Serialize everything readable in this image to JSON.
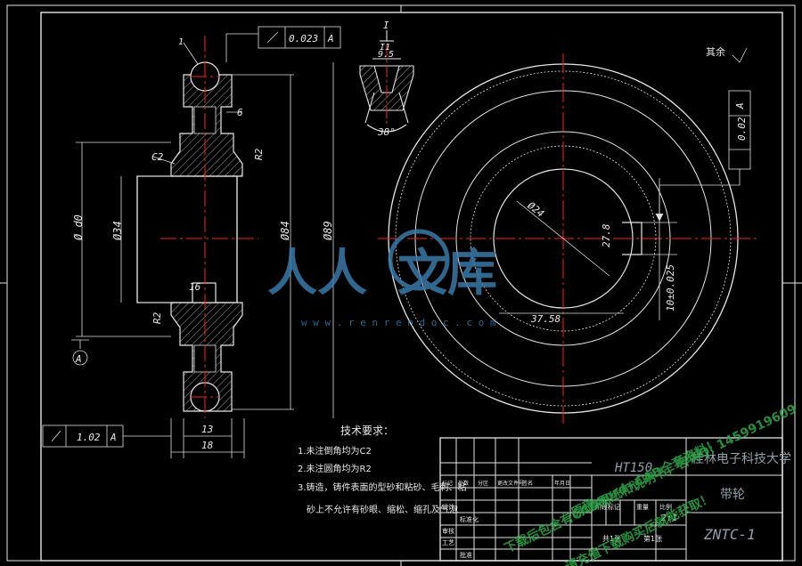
{
  "colors": {
    "background": "#000000",
    "line": "#e6e6e6",
    "centerline": "#ff2020",
    "watermark_blue": "#3a7aa8",
    "watermark_green": "#2fa84a"
  },
  "front_view": {
    "leader_1": "1",
    "tol_flatness": "0.023",
    "datum_ref": "A",
    "dim_6": "6",
    "chamfer_c2": "C2",
    "dim_r2": "R2",
    "dia_d0": "Ø d0",
    "dia_34": "Ø34",
    "dia_84": "Ø84",
    "dia_89": "Ø89",
    "dim_16": "16",
    "dim_r2b": "R2",
    "datum_label": "A",
    "dim_13": "13",
    "dim_18": "18",
    "runout_value": "1.02",
    "runout_datum": "A"
  },
  "groove_detail": {
    "label_top": "I",
    "label_ratio": "I1",
    "dim_95": "9.5",
    "angle": "38°"
  },
  "side_view": {
    "dia_inner": "Ø24",
    "dim_278": "27.8",
    "dim_375": "37.58",
    "dim_key": "10±0.025",
    "tol_parallel": "0.02",
    "tol_parallel_datum": "A",
    "surface": "其余"
  },
  "tech_req": {
    "title": "技术要求：",
    "items": [
      "1.未注倒角均为C2",
      "2.未注圆角均为R2",
      "3.铸造，铸件表面的型砂和粘砂、毛刺、粘"
    ],
    "item3_cont": "砂上不允许有砂眼、缩松、缩孔及气泡"
  },
  "title_block": {
    "school": "桂林电子科技大学",
    "part_name": "带轮",
    "drawing_no": "ZNTC-1",
    "material": "HT150",
    "scale": "2:1",
    "row_labels": [
      "标记",
      "处数",
      "分区",
      "更改文件号",
      "签名",
      "年月日"
    ],
    "design": "设计",
    "check": "审核",
    "process": "工艺",
    "std": "标准化",
    "approve": "批准",
    "stage": "阶段标记",
    "weight": "重量",
    "ratio": "比例",
    "sheet_total": "共1张",
    "sheet_no": "第1张"
  },
  "watermark": {
    "brand_a": "人人",
    "brand_b": "文库",
    "url": "w w w . r e n r e n d o c . c o m",
    "promo_1": "下载后包含有CAD图纸和说明书，咨询Q: 1459919609",
    "promo_2": "原稿word+CAD全套资料！",
    "promo_3": "请充值下载购买后就能获取！"
  }
}
